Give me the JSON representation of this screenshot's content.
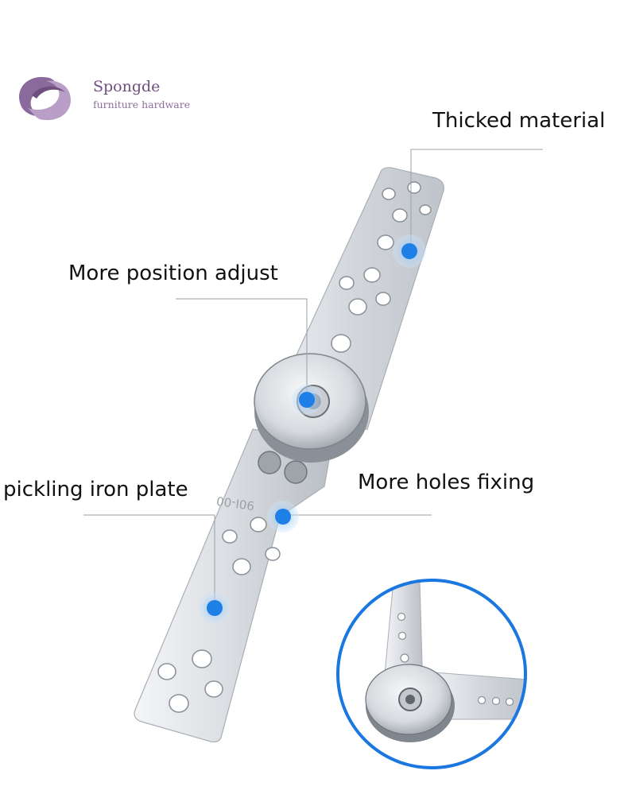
{
  "brand": {
    "name": "Spongde",
    "subtitle": "furniture hardware"
  },
  "callouts": {
    "thicked_material": "Thicked material",
    "position_adjust": "More position adjust",
    "holes_fixing": "More holes fixing",
    "iron_plate": "pickling iron plate"
  },
  "colors": {
    "marker_dot": "#1e7fe6",
    "marker_halo": "#8fc2f2",
    "inset_ring": "#1a77e0",
    "steel": "#d9dde2",
    "leader_line": "#9aa0a6",
    "brand": "#6f4f7f"
  }
}
